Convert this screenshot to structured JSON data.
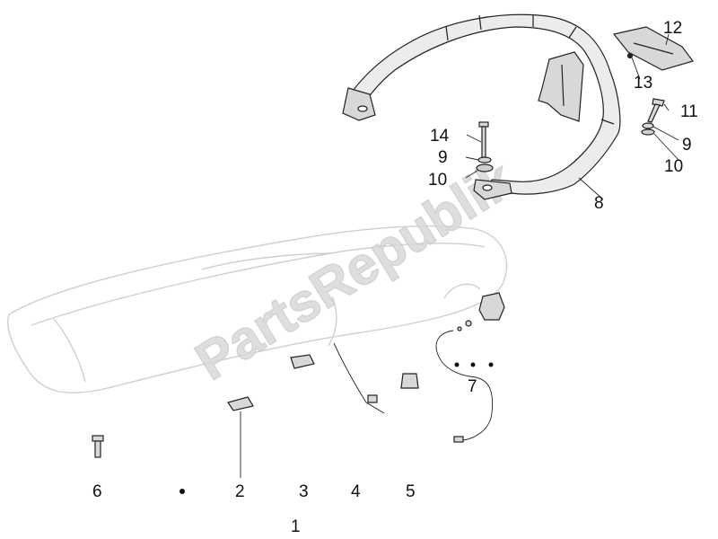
{
  "callouts": {
    "c1": "1",
    "c2": "2",
    "c3": "3",
    "c4": "4",
    "c5": "5",
    "c6": "6",
    "c7": "7",
    "c8": "8",
    "c9a": "9",
    "c9b": "9",
    "c10a": "10",
    "c10b": "10",
    "c11": "11",
    "c12": "12",
    "c13": "13",
    "c14": "14"
  },
  "watermark": "PartsRepublik",
  "colors": {
    "line": "#222222",
    "seat_outline": "#cfcfcf",
    "part_fill": "#d8d8d8",
    "rack_fill": "#ececec",
    "watermark": "#d9d9d9"
  }
}
